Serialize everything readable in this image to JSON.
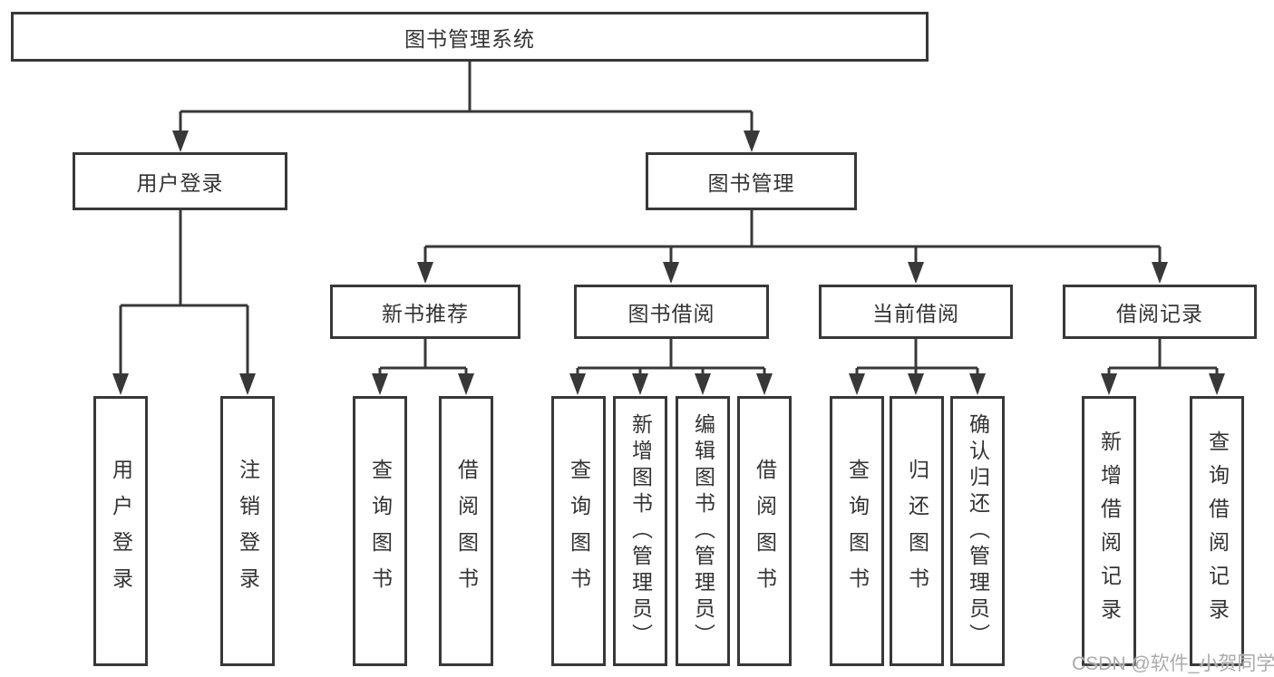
{
  "diagram": {
    "type": "hierarchy-tree",
    "orientation": "top-down"
  },
  "colors": {
    "line": "#383838",
    "box_border": "#383838",
    "text": "#333333",
    "watermark": "#ababab",
    "background": "#ffffff"
  },
  "tree": {
    "label": "图书管理系统",
    "children": [
      {
        "label": "用户登录",
        "children": [
          {
            "label": "用户登录"
          },
          {
            "label": "注销登录"
          }
        ]
      },
      {
        "label": "图书管理",
        "children": [
          {
            "label": "新书推荐",
            "children": [
              {
                "label": "查询图书"
              },
              {
                "label": "借阅图书"
              }
            ]
          },
          {
            "label": "图书借阅",
            "children": [
              {
                "label": "查询图书"
              },
              {
                "label": "新增图书（管理员）"
              },
              {
                "label": "编辑图书（管理员）"
              },
              {
                "label": "借阅图书"
              }
            ]
          },
          {
            "label": "当前借阅",
            "children": [
              {
                "label": "查询图书"
              },
              {
                "label": "归还图书"
              },
              {
                "label": "确认归还（管理员）"
              }
            ]
          },
          {
            "label": "借阅记录",
            "children": [
              {
                "label": "新增借阅记录"
              },
              {
                "label": "查询借阅记录"
              }
            ]
          }
        ]
      }
    ]
  },
  "watermark": "CSDN @软件_小贺同学"
}
